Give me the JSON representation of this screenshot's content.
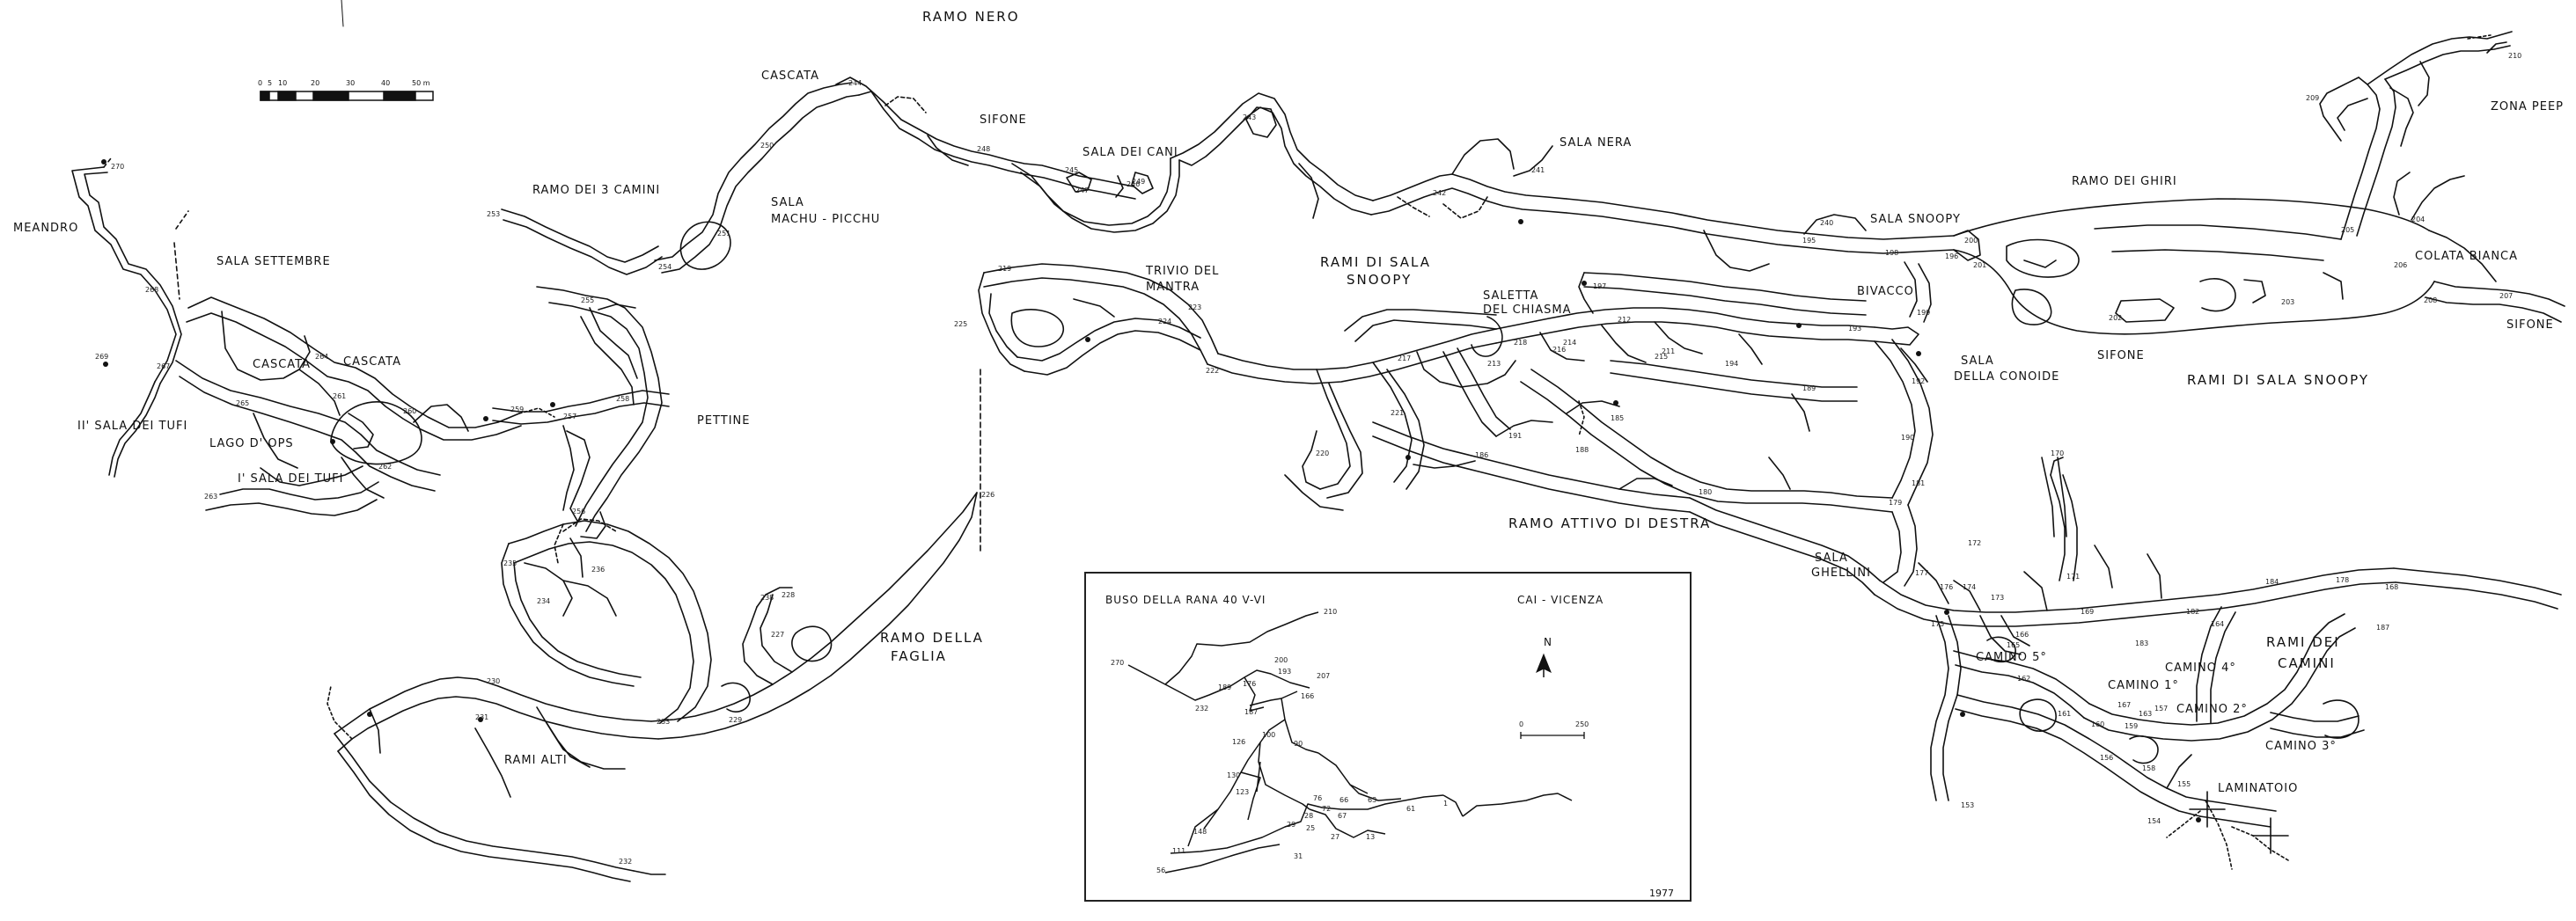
{
  "map": {
    "scale_bar": {
      "ticks": [
        "0",
        "5",
        "10",
        "20",
        "30",
        "40",
        "50 m"
      ]
    },
    "labels": {
      "ramo_nero": "RAMO NERO",
      "cascata_top": "CASCATA",
      "sifone_top": "SIFONE",
      "sala_dei_cani": "SALA DEI CANI",
      "sala_nera": "SALA NERA",
      "zona_peep": "ZONA PEEP",
      "ramo_dei_ghiri": "RAMO DEI GHIRI",
      "sala_snoopy": "SALA SNOOPY",
      "colata_bianca": "COLATA BIANCA",
      "meandro": "MEANDRO",
      "ramo_dei_3_camini": "RAMO DEI 3 CAMINI",
      "sala": "SALA",
      "machu_picchu": "MACHU - PICCHU",
      "sala_settembre": "SALA SETTEMBRE",
      "trivio_del": "TRIVIO DEL",
      "mantra": "MANTRA",
      "rami_di_sala": "RAMI DI SALA",
      "snoopy": "SNOOPY",
      "saletta": "SALETTA",
      "del_chiasma": "DEL CHIASMA",
      "bivacco": "BIVACCO",
      "sifone_right": "SIFONE",
      "sifone_far": "SIFONE",
      "rami_di_sala_snoopy": "RAMI DI SALA SNOOPY",
      "cascata_1": "CASCATA",
      "cascata_2": "CASCATA",
      "sala_cons": "SALA",
      "della_conoide": "DELLA CONOIDE",
      "ii_sala_dei_tufi": "II' SALA DEI TUFI",
      "lago_dops": "LAGO D' OPS",
      "pettine": "PETTINE",
      "i_sala_dei_tufi": "I' SALA DEI TUFI",
      "ramo_attivo_di_destra": "RAMO ATTIVO DI DESTRA",
      "sala_gh": "SALA",
      "ghellini": "GHELLINI",
      "ramo_della": "RAMO DELLA",
      "faglia": "FAGLIA",
      "rami_dei": "RAMI DEI",
      "camini": "CAMINI",
      "camino_5": "CAMINO 5°",
      "camino_4": "CAMINO 4°",
      "camino_1": "CAMINO 1°",
      "camino_2": "CAMINO 2°",
      "camino_3": "CAMINO 3°",
      "laminatoio": "LAMINATOIO",
      "rami_alti": "RAMI ALTI"
    },
    "stations": [
      "270",
      "268",
      "269",
      "267",
      "265",
      "261",
      "264",
      "262",
      "263",
      "260",
      "259",
      "257",
      "255",
      "258",
      "256",
      "254",
      "253",
      "251",
      "250",
      "248",
      "247",
      "246",
      "245",
      "249",
      "244",
      "243",
      "242",
      "241",
      "240",
      "238",
      "236",
      "235",
      "234",
      "232",
      "231",
      "230",
      "233",
      "229",
      "228",
      "227",
      "226",
      "225",
      "224",
      "223",
      "222",
      "221",
      "220",
      "219",
      "218",
      "217",
      "216",
      "215",
      "214",
      "213",
      "212",
      "211",
      "210",
      "209",
      "208",
      "207",
      "206",
      "205",
      "204",
      "203",
      "202",
      "201",
      "200",
      "199",
      "198",
      "197",
      "196",
      "195",
      "194",
      "193",
      "192",
      "191",
      "190",
      "189",
      "188",
      "187",
      "186",
      "185",
      "184",
      "183",
      "182",
      "181",
      "180",
      "179",
      "178",
      "177",
      "176",
      "175",
      "174",
      "173",
      "172",
      "171",
      "170",
      "169",
      "168",
      "167",
      "166",
      "165",
      "164",
      "163",
      "162",
      "161",
      "160",
      "159",
      "158",
      "157",
      "156",
      "155",
      "154",
      "153"
    ]
  },
  "inset": {
    "title": "BUSO DELLA RANA   40 V-VI",
    "org": "CAI - VICENZA",
    "north": "N",
    "scale": [
      "0",
      "250"
    ],
    "year": "1977",
    "stations": [
      "270",
      "232",
      "200",
      "210",
      "193",
      "207",
      "189",
      "176",
      "166",
      "187",
      "126",
      "100",
      "90",
      "130",
      "123",
      "148",
      "111",
      "56",
      "29",
      "31",
      "28",
      "25",
      "27",
      "13",
      "76",
      "72",
      "67",
      "66",
      "63",
      "61",
      "1"
    ]
  },
  "colors": {
    "ink": "#111111",
    "paper": "#ffffff"
  }
}
